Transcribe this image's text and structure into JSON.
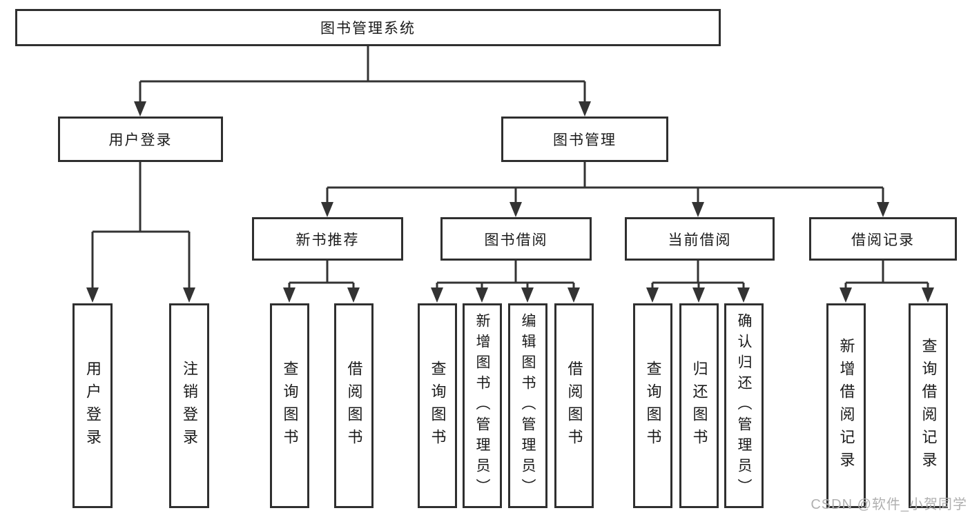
{
  "diagram": {
    "root": {
      "label": "图书管理系统"
    },
    "children": [
      {
        "label": "用户登录",
        "children": [
          {
            "label": "用户登录"
          },
          {
            "label": "注销登录"
          }
        ]
      },
      {
        "label": "图书管理",
        "children": [
          {
            "label": "新书推荐",
            "children": [
              {
                "label": "查询图书"
              },
              {
                "label": "借阅图书"
              }
            ]
          },
          {
            "label": "图书借阅",
            "children": [
              {
                "label": "查询图书"
              },
              {
                "label": "新增图书（管理员）"
              },
              {
                "label": "编辑图书（管理员）"
              },
              {
                "label": "借阅图书"
              }
            ]
          },
          {
            "label": "当前借阅",
            "children": [
              {
                "label": "查询图书"
              },
              {
                "label": "归还图书"
              },
              {
                "label": "确认归还（管理员）"
              }
            ]
          },
          {
            "label": "借阅记录",
            "children": [
              {
                "label": "新增借阅记录"
              },
              {
                "label": "查询借阅记录"
              }
            ]
          }
        ]
      }
    ]
  },
  "watermark": {
    "text": "CSDN @软件_小贺同学"
  },
  "colors": {
    "line": "#333333",
    "border": "#2f2f2f",
    "text": "#1a1a1a",
    "background": "#ffffff",
    "watermark": "#b0b0b0"
  }
}
